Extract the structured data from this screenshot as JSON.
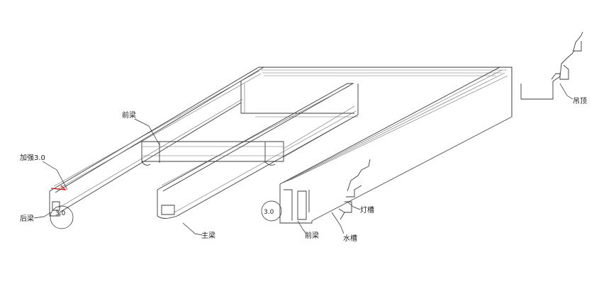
{
  "labels": {
    "front_beam_top": "前梁",
    "reinforcement": "加强3.0",
    "rear_beam": "后梁",
    "main_beam": "主梁",
    "front_beam_bottom": "前梁",
    "water_gutter": "水槽",
    "lamp_slot": "灯槽",
    "top_hang": "吊顶",
    "thickness_left": "3.0",
    "thickness_right": "3.0"
  },
  "colors": {
    "line": "#3a3a3a",
    "highlight": "#d01818"
  }
}
